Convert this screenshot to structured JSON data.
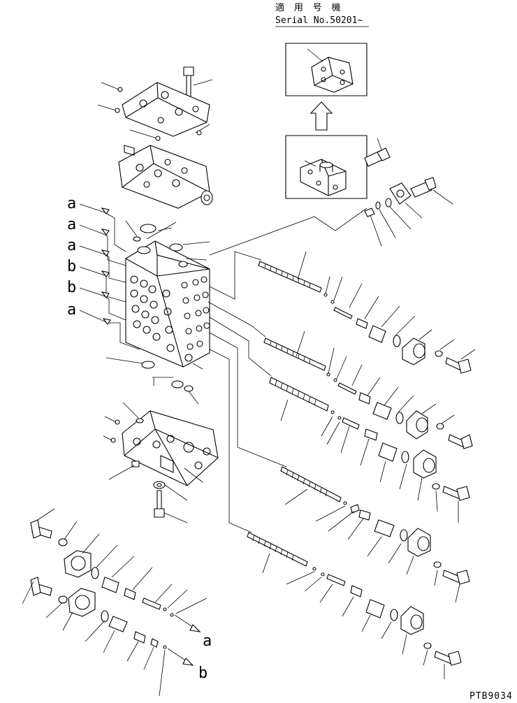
{
  "header": {
    "applicable_models_label": "適 用 号 機",
    "serial_range": "Serial No.50201~"
  },
  "callouts": {
    "left": [
      "a",
      "a",
      "a",
      "b",
      "b",
      "a"
    ],
    "bottom_a": "a",
    "bottom_b": "b"
  },
  "drawing_code": "PTB9034"
}
